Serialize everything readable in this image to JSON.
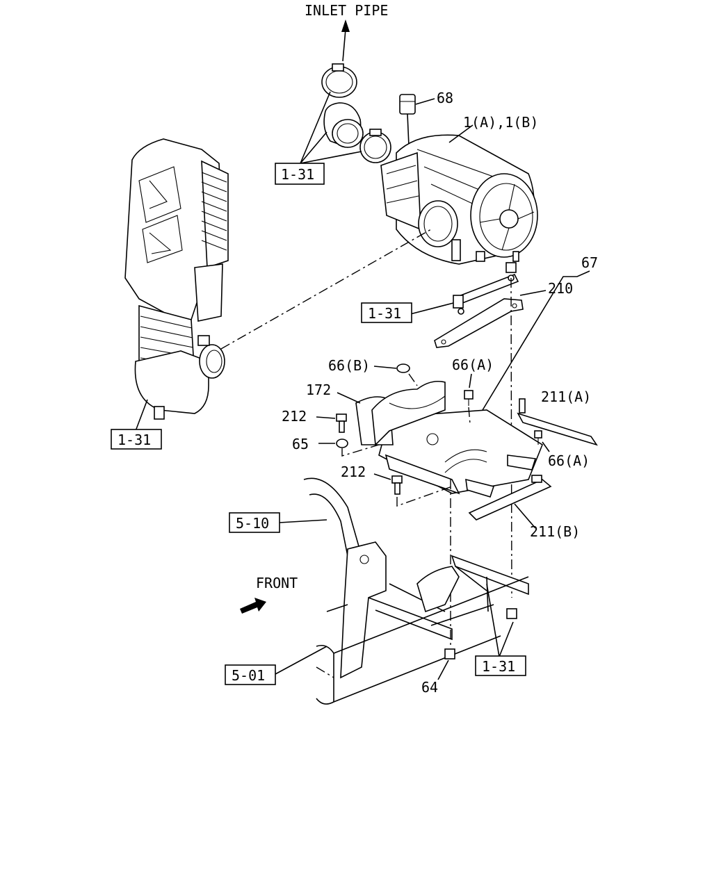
{
  "labels": {
    "inlet_pipe": "INLET PIPE",
    "front": "FRONT",
    "ref_1_31_a": "1-31",
    "ref_1_31_b": "1-31",
    "ref_1_31_c": "1-31",
    "ref_1_31_d": "1-31",
    "ref_5_10": "5-10",
    "ref_5_01": "5-01",
    "p68": "68",
    "p1": "1(A),1(B)",
    "p67": "67",
    "p210": "210",
    "p66b": "66(B)",
    "p66a_1": "66(A)",
    "p66a_2": "66(A)",
    "p172": "172",
    "p211a": "211(A)",
    "p211b": "211(B)",
    "p212_1": "212",
    "p212_2": "212",
    "p65": "65",
    "p64": "64"
  }
}
